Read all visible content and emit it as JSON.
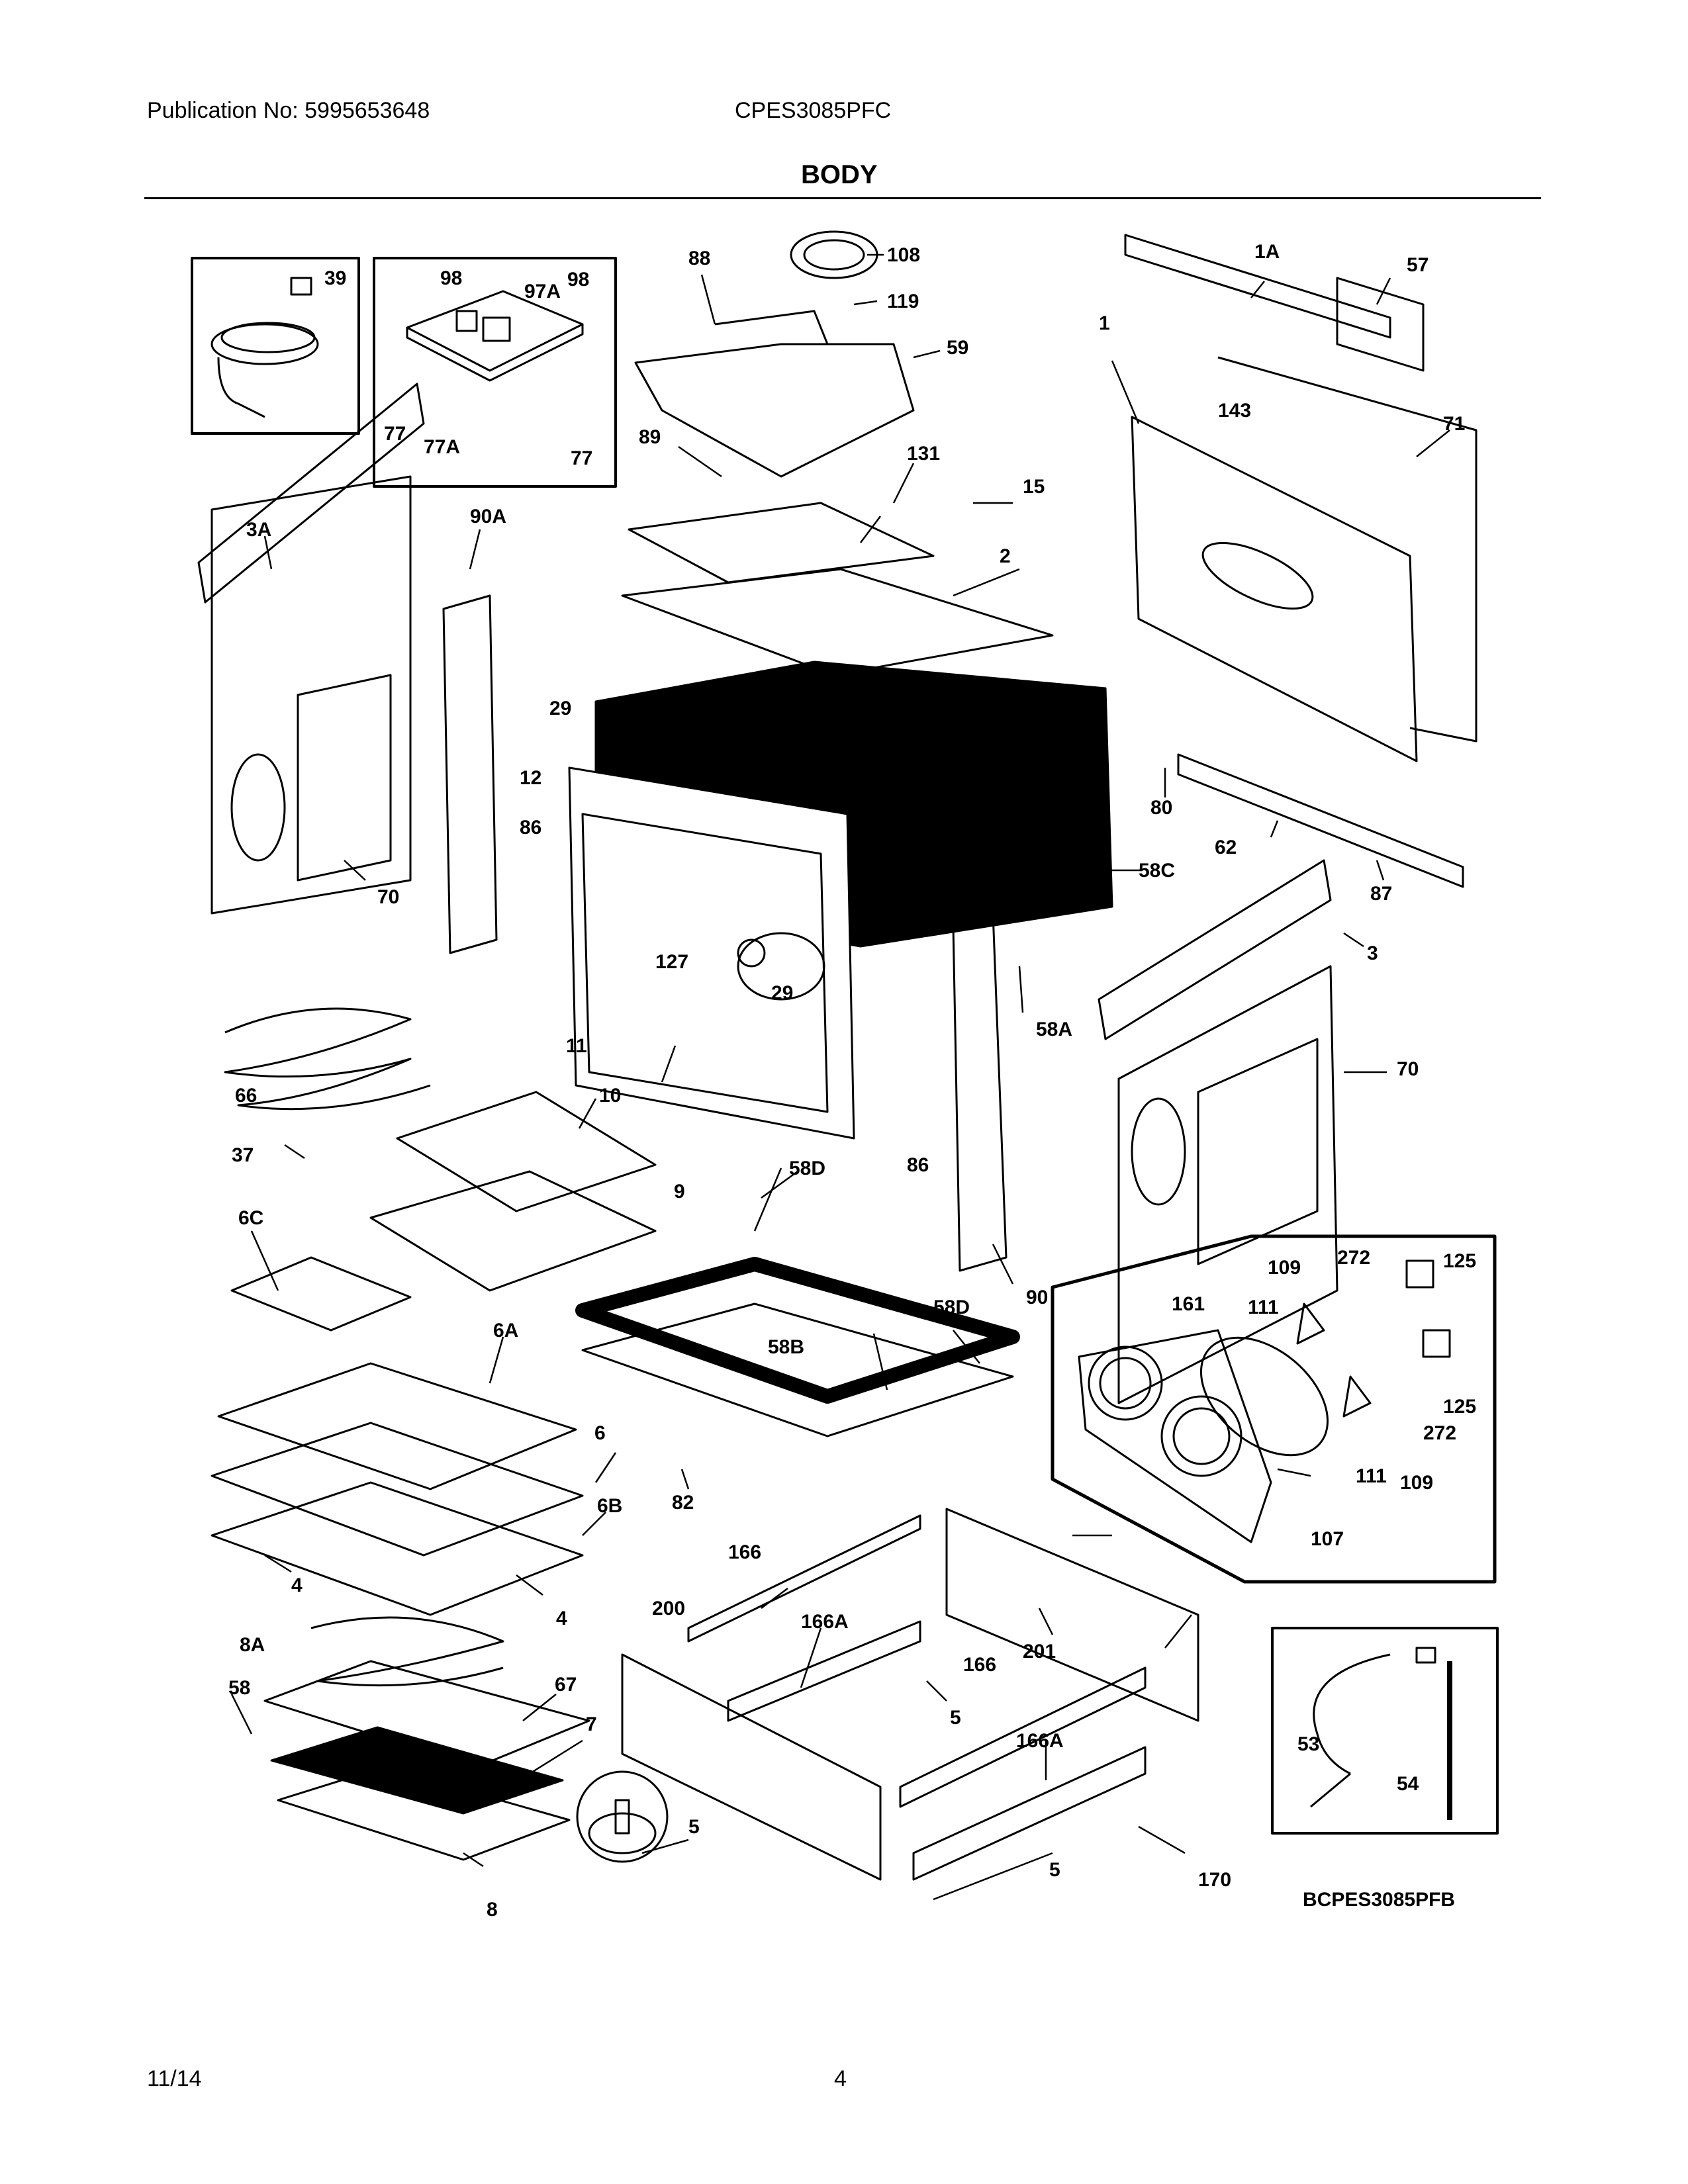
{
  "header": {
    "publication": "Publication No: 5995653648",
    "model": "CPES3085PFC",
    "section_title": "BODY"
  },
  "footer": {
    "date": "11/14",
    "page_number": "4"
  },
  "diagram": {
    "drawing_id": "BCPES3085PFB",
    "callouts": {
      "c39": "39",
      "c98a": "98",
      "c97a": "97A",
      "c98b": "98",
      "c77a": "77",
      "c77A": "77A",
      "c77b": "77",
      "c88": "88",
      "c108": "108",
      "c119": "119",
      "c59": "59",
      "c89": "89",
      "c131": "131",
      "c15": "15",
      "c2": "2",
      "c1A": "1A",
      "c57": "57",
      "c1": "1",
      "c143": "143",
      "c71": "71",
      "c3A": "3A",
      "c90A": "90A",
      "c29a": "29",
      "c12": "12",
      "c86a": "86",
      "c70a": "70",
      "c80": "80",
      "c62": "62",
      "c87": "87",
      "c58C": "58C",
      "c127": "127",
      "c29b": "29",
      "c11": "11",
      "c58A": "58A",
      "c3": "3",
      "c70b": "70",
      "c66": "66",
      "c10": "10",
      "c37": "37",
      "c9": "9",
      "c58D1": "58D",
      "c86b": "86",
      "c6C": "6C",
      "c90": "90",
      "c109a": "109",
      "c272a": "272",
      "c125a": "125",
      "c161": "161",
      "c111a": "111",
      "c58D2": "58D",
      "c6A": "6A",
      "c58B": "58B",
      "c125b": "125",
      "c272b": "272",
      "c6": "6",
      "c111b": "111",
      "c109b": "109",
      "c6B": "6B",
      "c82": "82",
      "c107": "107",
      "c4a": "4",
      "c4b": "4",
      "c166a": "166",
      "c200": "200",
      "c166A1": "166A",
      "c201": "201",
      "c8A": "8A",
      "c166b": "166",
      "c5a": "5",
      "c58": "58",
      "c67": "67",
      "c7": "7",
      "c166A2": "166A",
      "c53": "53",
      "c54": "54",
      "c5b": "5",
      "c5c": "5",
      "c170": "170",
      "c8": "8"
    }
  }
}
